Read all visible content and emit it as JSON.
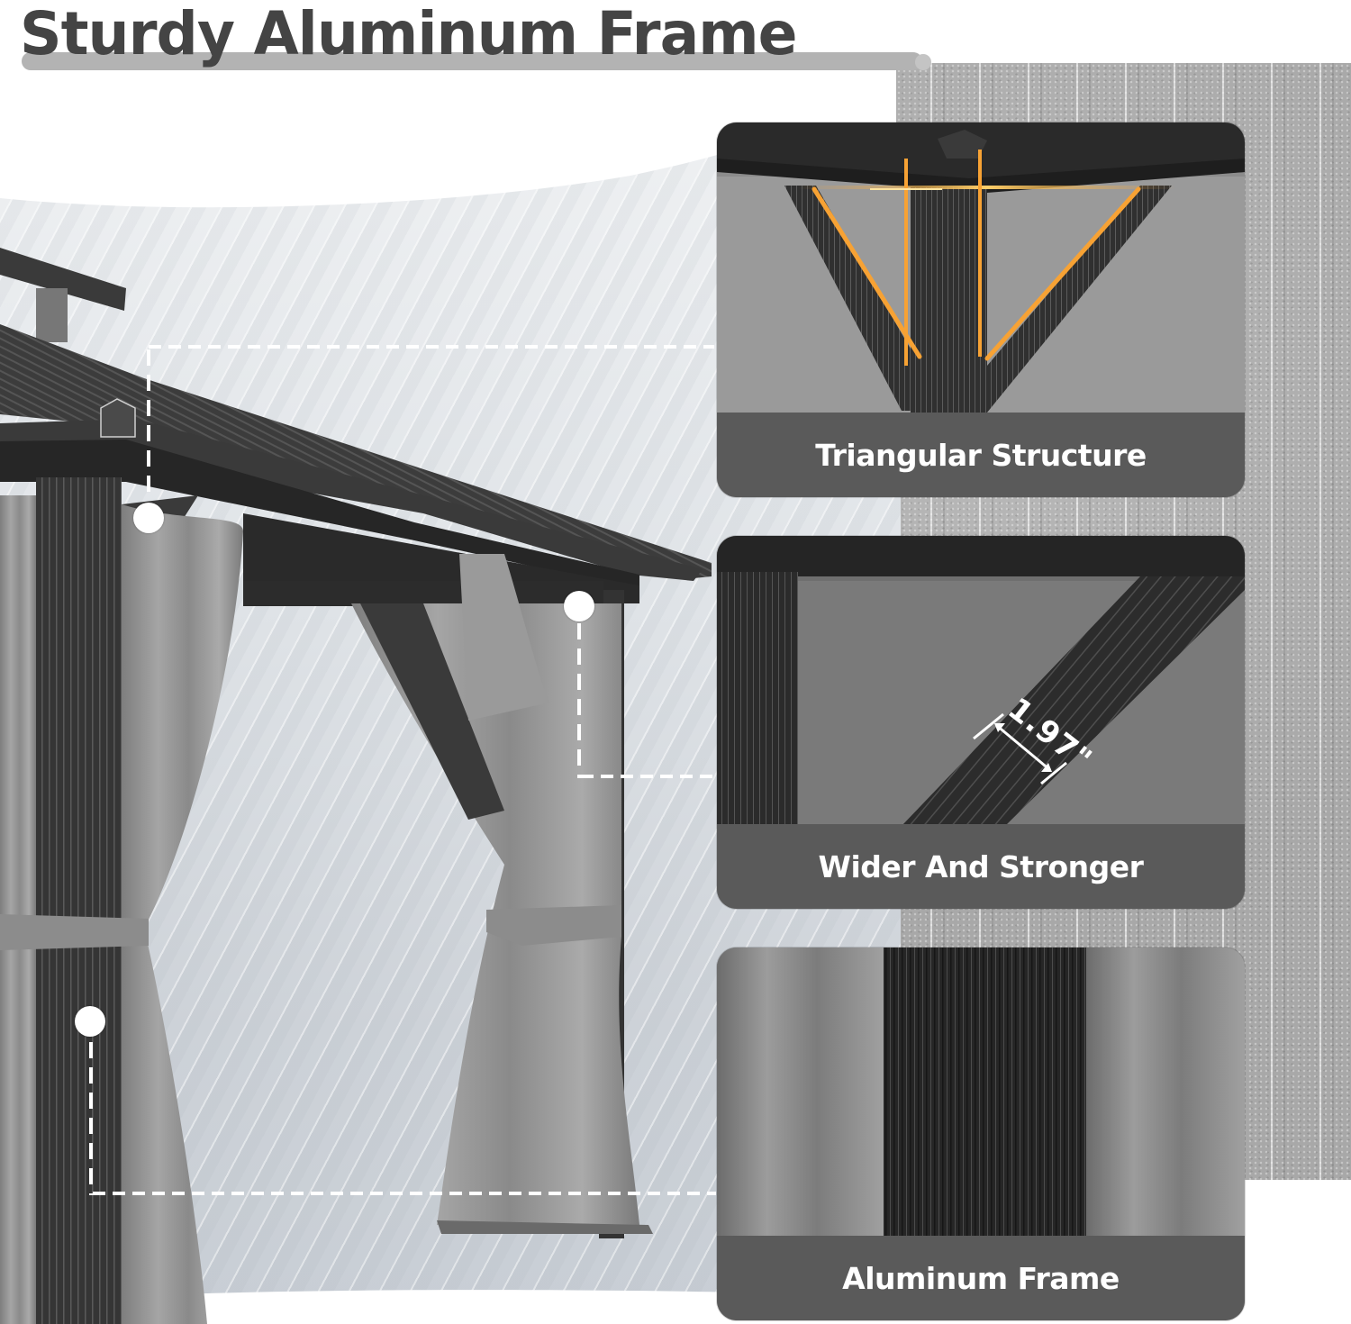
{
  "header": {
    "title": "Sturdy Aluminum Frame"
  },
  "illustration": {
    "subject": "Gazebo with hardtop roof, aluminum frame and gray curtains",
    "callouts": [
      {
        "id": "roof-corner",
        "target_card": 0
      },
      {
        "id": "rear-post-brace",
        "target_card": 1
      },
      {
        "id": "front-post",
        "target_card": 2
      }
    ]
  },
  "features": [
    {
      "caption": "Triangular Structure",
      "image": "corner-bracket-highlight"
    },
    {
      "caption": "Wider And Stronger",
      "image": "diagonal-brace-closeup",
      "dimension_label": "1.97\""
    },
    {
      "caption": "Aluminum Frame",
      "image": "post-with-curtains"
    }
  ],
  "colors": {
    "title_text": "#444444",
    "title_underline": "#b3b3b3",
    "caption_bar": "#5a5a5a",
    "caption_text": "#ffffff",
    "highlight_glow": "#f7a234",
    "frame_dark": "#2c2c2c",
    "curtain_gray": "#8e8e8e"
  }
}
